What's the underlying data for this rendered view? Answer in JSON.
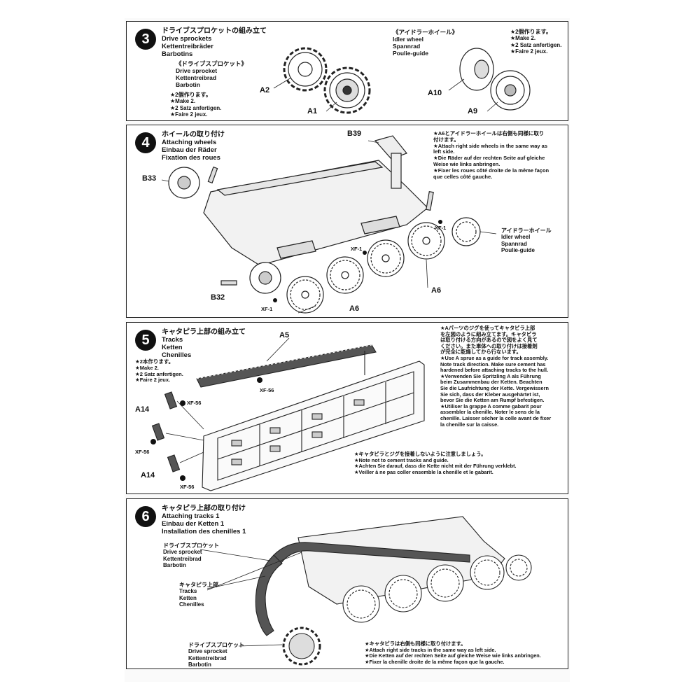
{
  "step3": {
    "number": "3",
    "title": [
      "ドライブスプロケットの組み立て",
      "Drive sprockets",
      "Kettentreibräder",
      "Barbotins"
    ],
    "sprocket_heading": [
      "《ドライブスプロケット》",
      "Drive sprocket",
      "Kettentreibrad",
      "Barbotin"
    ],
    "sprocket_note": [
      "★2個作ります。",
      "★Make 2.",
      "★2 Satz anfertigen.",
      "★Faire 2 jeux."
    ],
    "idler_heading": [
      "《アイドラーホイール》",
      "Idler wheel",
      "Spannrad",
      "Poulie-guide"
    ],
    "idler_note": [
      "★2個作ります。",
      "★Make 2.",
      "★2 Satz anfertigen.",
      "★Faire 2 jeux."
    ],
    "labels": {
      "a2": "A2",
      "a1": "A1",
      "a10": "A10",
      "a9": "A9"
    }
  },
  "step4": {
    "number": "4",
    "title": [
      "ホイールの取り付け",
      "Attaching wheels",
      "Einbau der Räder",
      "Fixation des roues"
    ],
    "note": [
      "★A6とアイドラーホイールは右側も同様に取り",
      "付けます。",
      "★Attach right side wheels in the same way as",
      "left side.",
      "★Die Räder auf der rechten Seite auf gleiche",
      "Weise wie links anbringen.",
      "★Fixer les roues côté droite de la même façon",
      "que celles côté gauche."
    ],
    "idler_label": [
      "アイドラーホイール",
      "Idler wheel",
      "Spannrad",
      "Poulie-guide"
    ],
    "labels": {
      "b39": "B39",
      "b33": "B33",
      "b32": "B32",
      "a6a": "A6",
      "a6b": "A6",
      "xf1a": "XF-1",
      "xf1b": "XF-1",
      "xf1c": "XF-1"
    }
  },
  "step5": {
    "number": "5",
    "title": [
      "キャタピラ上部の組み立て",
      "Tracks",
      "Ketten",
      "Chenilles"
    ],
    "make_note": [
      "★2本作ります。",
      "★Make 2.",
      "★2 Satz anfertigen.",
      "★Faire 2 jeux."
    ],
    "jig_note": [
      "★Aパーツのジグを使ってキャタピラ上部",
      "を左図のように組み立てます。キャタピラ",
      "は取り付ける方向があるので図をよく見て",
      "ください。また車体への取り付けは接着剤",
      "が完全に乾燥してから行ないます。",
      "★Use A sprue as a guide for track assembly.",
      "Note track direction. Make sure cement has",
      "hardened before attaching tracks to the hull.",
      "★Verwenden Sie Spritzling A als Führung",
      "beim Zusammenbau der Ketten. Beachten",
      "Sie die Laufrichtung der Kette. Vergewissern",
      "Sie sich, dass der Kleber ausgehärtet ist,",
      "bevor Sie die Ketten am Rumpf befestigen.",
      "★Utiliser la grappe A comme gabarit pour",
      "assembler la chenille. Noter le sens de la",
      "chenille. Laisser sécher la colle avant de fixer",
      "la chenille sur la caisse."
    ],
    "cement_note": [
      "★キャタピラとジグを接着しないように注意しましょう。",
      "★Note not to cement tracks and guide.",
      "★Achten Sie darauf, dass die Kette nicht mit der Führung verklebt.",
      "★Veiller à ne pas coller ensemble la chenille et le gabarit."
    ],
    "labels": {
      "a5": "A5",
      "a14a": "A14",
      "a14b": "A14",
      "xf56a": "XF-56",
      "xf56b": "XF-56",
      "xf56c": "XF-56",
      "xf56d": "XF-56"
    }
  },
  "step6": {
    "number": "6",
    "title": [
      "キャタピラ上部の取り付け",
      "Attaching tracks 1",
      "Einbau der Ketten 1",
      "Installation des chenilles 1"
    ],
    "sprocket_top": [
      "ドライブスプロケット",
      "Drive sprocket",
      "Kettentreibrad",
      "Barbotin"
    ],
    "tracks_label": [
      "キャタピラ上部",
      "Tracks",
      "Ketten",
      "Chenilles"
    ],
    "sprocket_bottom": [
      "ドライブスプロケット",
      "Drive sprocket",
      "Kettentreibrad",
      "Barbotin"
    ],
    "note": [
      "★キャタピラは右側も同様に取り付けます。",
      "★Attach right side tracks in the same way as left side.",
      "★Die Ketten auf der rechten Seite auf gleiche Weise wie links anbringen.",
      "★Fixer la chenille droite de la même façon que la gauche."
    ]
  }
}
